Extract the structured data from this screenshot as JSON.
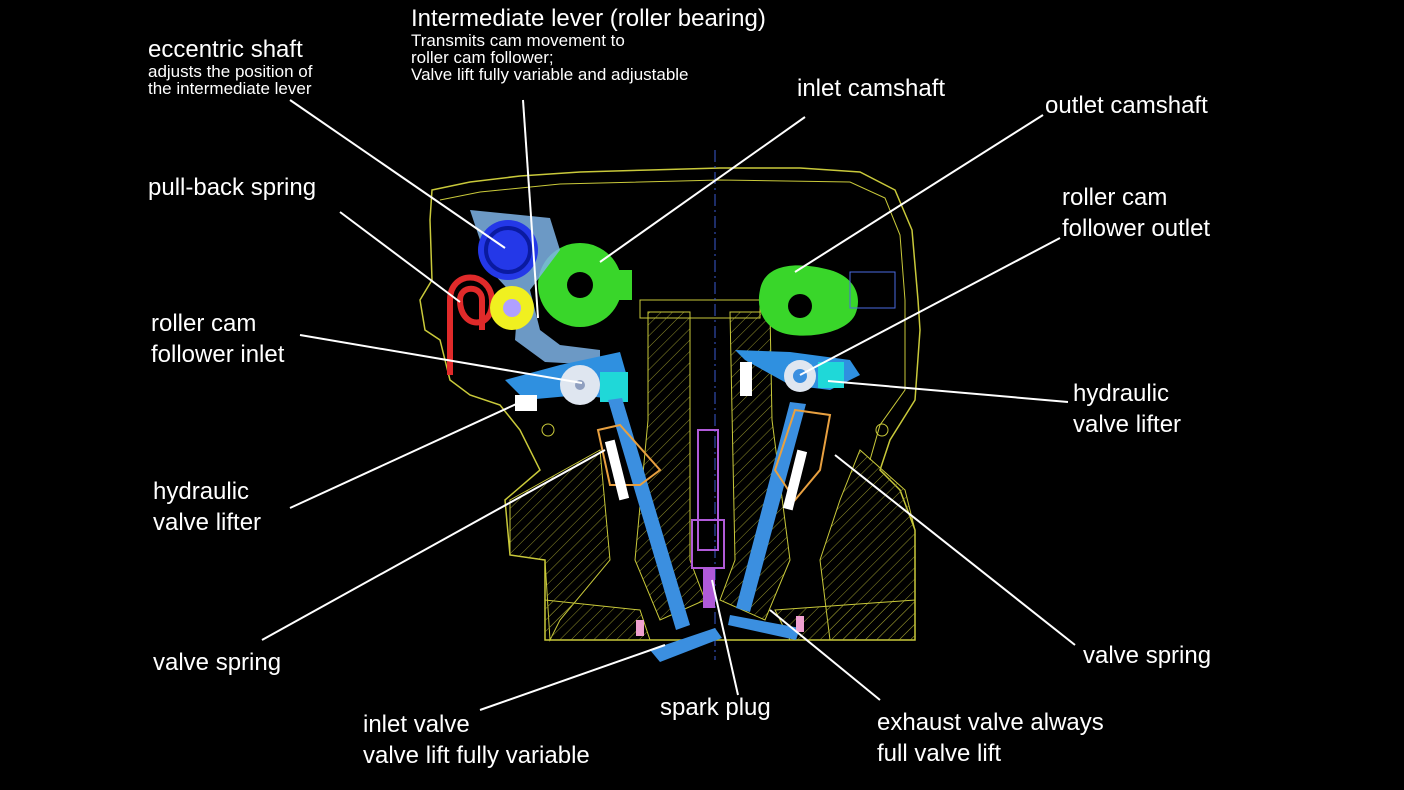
{
  "colors": {
    "background": "#000000",
    "outline": "#c9c93a",
    "camshaft": "#39d62a",
    "valve": "#3b8fe0",
    "eccentric": "#2438e8",
    "roller": "#dfe6f0",
    "pullback_spring": "#e02a2a",
    "roller_yellow": "#f0f020",
    "lifter": "#1fd8d8",
    "spark_plug": "#b05ad8",
    "leader_line": "#ffffff"
  },
  "labels": {
    "intermediate_lever": {
      "title": "Intermediate lever (roller bearing)",
      "desc_1": "Transmits cam movement to",
      "desc_2": "roller cam follower;",
      "desc_3": "Valve lift fully variable and adjustable"
    },
    "eccentric_shaft": {
      "title": "eccentric shaft",
      "desc_1": "adjusts the position of",
      "desc_2": "the intermediate lever"
    },
    "inlet_camshaft": "inlet camshaft",
    "outlet_camshaft": "outlet camshaft",
    "pullback_spring": "pull-back spring",
    "roller_cam_outlet": {
      "line1": "roller cam",
      "line2": "follower outlet"
    },
    "roller_cam_inlet": {
      "line1": "roller cam",
      "line2": "follower inlet"
    },
    "hydraulic_right": {
      "line1": "hydraulic",
      "line2": "valve lifter"
    },
    "hydraulic_left": {
      "line1": "hydraulic",
      "line2": "valve lifter"
    },
    "valve_spring_left": "valve spring",
    "valve_spring_right": "valve spring",
    "inlet_valve": {
      "line1": "inlet valve",
      "line2": "valve lift fully variable"
    },
    "spark_plug": "spark plug",
    "exhaust_valve": {
      "line1": "exhaust valve always",
      "line2": "full valve lift"
    }
  }
}
